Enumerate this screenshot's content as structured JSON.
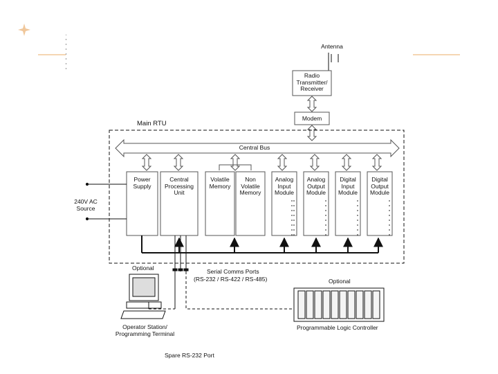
{
  "diagram": {
    "antenna_label": "Antenna",
    "radio_label": "Radio\nTransmitter/\nReceiver",
    "modem_label": "Modem",
    "main_rtu_label": "Main RTU",
    "central_bus_label": "Central Bus",
    "power_supply_label": "Power\nSupply",
    "cpu_label": "Central\nProcessing\nUnit",
    "volatile_memory_label": "Volatile\nMemory",
    "non_volatile_memory_label": "Non\nVolatile\nMemory",
    "analog_input_label": "Analog\nInput\nModule",
    "analog_output_label": "Analog\nOutput\nModule",
    "digital_input_label": "Digital\nInput\nModule",
    "digital_output_label": "Digital\nOutput\nModule",
    "ac_source_label": "240V AC\nSource",
    "optional_left_label": "Optional",
    "serial_ports_label": "Serial Comms Ports",
    "serial_ports_types": "(RS-232 / RS-422 / RS-485)",
    "optional_right_label": "Optional",
    "operator_station_label": "Operator Station/\nProgramming Terminal",
    "plc_label": "Programmable Logic Controller",
    "spare_port_label": "Spare RS-232 Port"
  },
  "colors": {
    "accent_line": "#f2c89a",
    "line": "#111111",
    "box_border": "#555555"
  }
}
